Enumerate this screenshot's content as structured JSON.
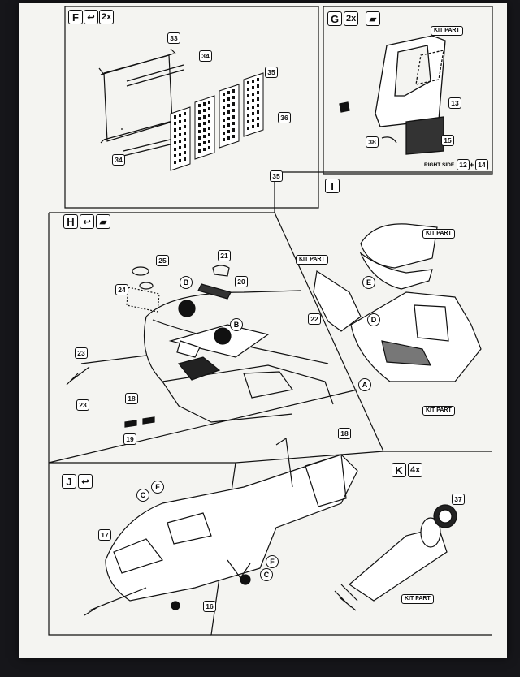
{
  "steps": {
    "F": {
      "letter": "F",
      "icon": "↩",
      "mult": "2x",
      "parts": {
        "p33": "33",
        "p34a": "34",
        "p35a": "35",
        "p36": "36",
        "p34b": "34",
        "p35b": "35"
      }
    },
    "G": {
      "letter": "G",
      "mult": "2x",
      "icon": "▰",
      "kit": "KIT PART",
      "parts": {
        "p13": "13",
        "p38": "38",
        "p15": "15",
        "p12": "12",
        "p14": "14"
      },
      "right_side": "RIGHT SIDE",
      "plus": "+"
    },
    "H": {
      "letter": "H",
      "icon1": "↩",
      "icon2": "▰",
      "parts": {
        "p25": "25",
        "p21": "21",
        "p24": "24",
        "p20": "20",
        "pB1": "B",
        "pB2": "B",
        "p23a": "23",
        "p23b": "23",
        "p18": "18",
        "p19": "19"
      }
    },
    "I": {
      "letter": "I",
      "kit1": "KIT PART",
      "kit2": "KIT PART",
      "kit3": "KIT PART",
      "parts": {
        "p22": "22",
        "E": "E",
        "D": "D",
        "A": "A"
      }
    },
    "J": {
      "letter": "J",
      "icon": "↩",
      "parts": {
        "p18": "18",
        "p17": "17",
        "p16": "16",
        "C1": "C",
        "F1": "F",
        "F2": "F",
        "C2": "C"
      }
    },
    "K": {
      "letter": "K",
      "mult": "4x",
      "kit": "KIT PART",
      "parts": {
        "p37": "37"
      }
    }
  }
}
